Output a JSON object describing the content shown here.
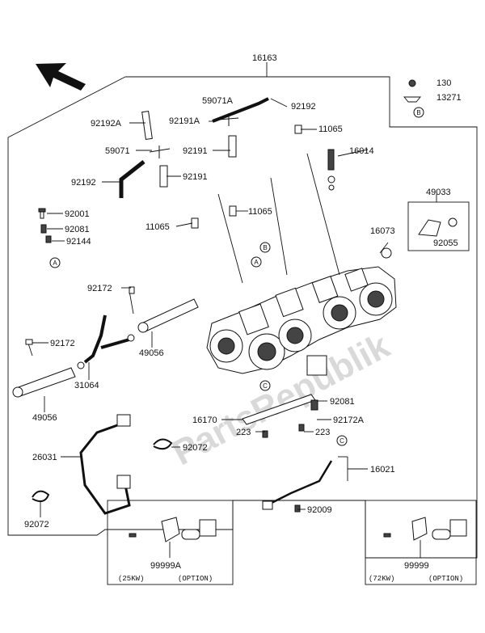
{
  "watermark": "PartsRepublik",
  "labels": {
    "p16163": "16163",
    "p130": "130",
    "p13271": "13271",
    "p59071A": "59071A",
    "p92192_top": "92192",
    "p92192A": "92192A",
    "p92191A": "92191A",
    "p11065_a": "11065",
    "p59071": "59071",
    "p92191_a": "92191",
    "p16014": "16014",
    "p92192_left": "92192",
    "p92191_b": "92191",
    "p49033": "49033",
    "p92001": "92001",
    "p11065_b": "11065",
    "p92081_a": "92081",
    "p11065_c": "11065",
    "p16073": "16073",
    "p92055": "92055",
    "p92144": "92144",
    "p92172_a": "92172",
    "p92172_b": "92172",
    "p49056_a": "49056",
    "p31064": "31064",
    "p49056_b": "49056",
    "p92081_b": "92081",
    "p16170": "16170",
    "p92172A": "92172A",
    "p223_a": "223",
    "p223_b": "223",
    "p26031": "26031",
    "p92072_a": "92072",
    "p16021": "16021",
    "p92072_b": "92072",
    "p92009": "92009",
    "p99999A": "99999A",
    "p99999": "99999"
  },
  "markers": {
    "A": "A",
    "B": "B",
    "C": "C"
  },
  "options": {
    "left_kw": "(25KW)",
    "left_option": "(OPTION)",
    "right_kw": "(72KW)",
    "right_option": "(OPTION)"
  }
}
